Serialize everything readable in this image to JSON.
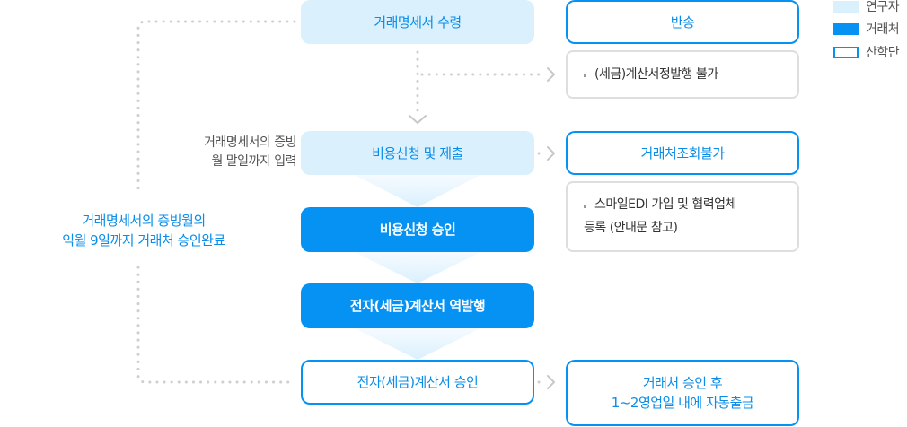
{
  "legend": [
    {
      "label": "연구자",
      "swatch": "researcher"
    },
    {
      "label": "거래처",
      "swatch": "vendor"
    },
    {
      "label": "산학단",
      "swatch": "school"
    }
  ],
  "colors": {
    "researcher_fill": "#daf0fd",
    "vendor_fill": "#0592f2",
    "school_border": "#0592f2",
    "accent_text": "#0a8de8",
    "note_border": "#dedede",
    "dotted_line": "#cccccc"
  },
  "flow": {
    "step1": "거래명세서 수령",
    "step2": "비용신청 및 제출",
    "step3": "비용신청 승인",
    "step4": "전자(세금)계산서 역발행",
    "step5": "전자(세금)계산서 승인"
  },
  "side_notes": {
    "step2_hint_line1": "거래명세서의 증빙",
    "step2_hint_line2": "월 말일까지 입력",
    "deadline_line1": "거래명세서의 증빙월의",
    "deadline_line2": "익월 9일까지 거래처 승인완료"
  },
  "outcomes": {
    "return_label": "반송",
    "return_note": "(세금)계산서정발행 불가",
    "vendor_lookup_label": "거래처조회불가",
    "vendor_lookup_note_line1": "스마일EDI 가입 및 협력업체",
    "vendor_lookup_note_line2": "등록 (안내문 참고)",
    "payment_line1": "거래처 승인 후",
    "payment_line2": "1~2영업일 내에 자동출금"
  }
}
